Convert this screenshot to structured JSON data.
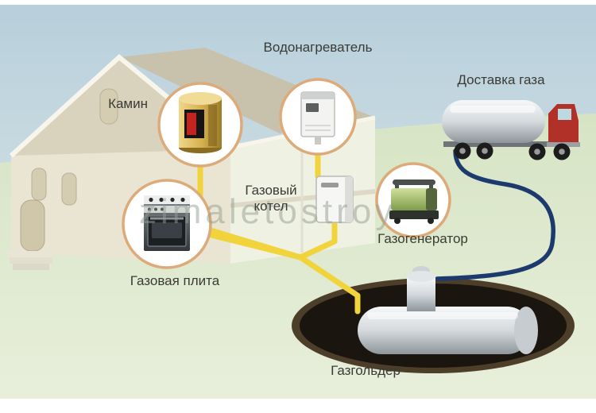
{
  "diagram": {
    "watermark": "zimaletostroy",
    "labels": {
      "water_heater": "Водонагреватель",
      "fireplace": "Камин",
      "gas_boiler": "Газовый котел",
      "gas_stove": "Газовая плита",
      "gas_generator": "Газогенератор",
      "gas_delivery": "Доставка газа",
      "gasholder": "Газгольдер"
    },
    "colors": {
      "gas_pipe_yellow": "#f1d33b",
      "delivery_pipe_blue": "#1d3a6e",
      "callout_ring": "#dcab79",
      "truck_cab_red": "#b13129",
      "generator_green": "#8fae56"
    }
  }
}
